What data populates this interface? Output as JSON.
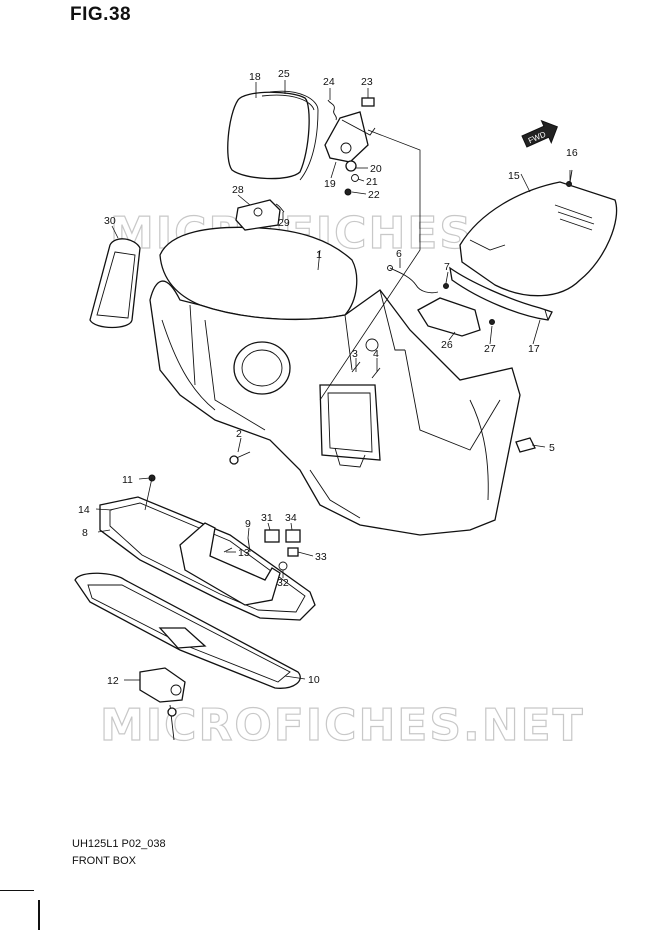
{
  "figure": {
    "title": "FIG.38",
    "code": "UH125L1 P02_038",
    "caption": "FRONT BOX",
    "watermark": "MICROFICHES.NET"
  },
  "callouts": [
    "1",
    "2",
    "3",
    "4",
    "5",
    "6",
    "7",
    "8",
    "9",
    "10",
    "11",
    "12",
    "13",
    "14",
    "15",
    "16",
    "17",
    "18",
    "19",
    "20",
    "21",
    "22",
    "23",
    "24",
    "25",
    "26",
    "27",
    "28",
    "29",
    "30",
    "31",
    "32",
    "33",
    "34"
  ],
  "fwd_label": "FWD",
  "colors": {
    "line": "#111111",
    "watermark": "#c8c8c8",
    "background": "#ffffff"
  }
}
